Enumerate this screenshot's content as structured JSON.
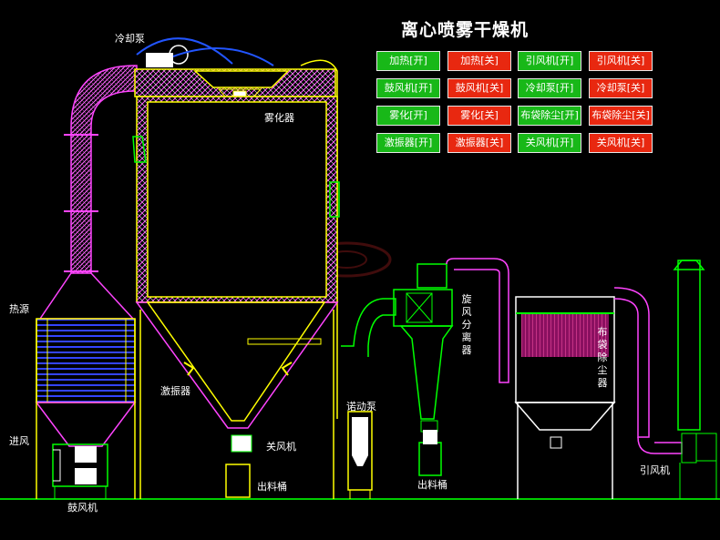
{
  "title": "离心喷雾干燥机",
  "controls": [
    {
      "label": "加热[开]",
      "state": "on"
    },
    {
      "label": "加热[关]",
      "state": "off"
    },
    {
      "label": "引风机[开]",
      "state": "on"
    },
    {
      "label": "引风机[关]",
      "state": "off"
    },
    {
      "label": "鼓风机[开]",
      "state": "on"
    },
    {
      "label": "鼓风机[关]",
      "state": "off"
    },
    {
      "label": "冷却泵[开]",
      "state": "on"
    },
    {
      "label": "冷却泵[关]",
      "state": "off"
    },
    {
      "label": "雾化[开]",
      "state": "on"
    },
    {
      "label": "雾化[关]",
      "state": "off"
    },
    {
      "label": "布袋除尘[开]",
      "state": "on"
    },
    {
      "label": "布袋除尘[关]",
      "state": "off"
    },
    {
      "label": "激振器[开]",
      "state": "on"
    },
    {
      "label": "激振器[关]",
      "state": "off"
    },
    {
      "label": "关风机[开]",
      "state": "on"
    },
    {
      "label": "关风机[关]",
      "state": "off"
    }
  ],
  "labels": {
    "cooling_pump": "冷却泵",
    "atomizer": "雾化器",
    "heat_source": "热源",
    "air_inlet": "进风",
    "blower": "鼓风机",
    "vibrator": "激振器",
    "rotary_valve": "关风机",
    "discharge_bucket_1": "出料桶",
    "peristaltic_pump": "诺动泵",
    "cyclone": "旋风分离器",
    "discharge_bucket_2": "出料桶",
    "bag_filter": "布袋除尘器",
    "induced_fan": "引风机"
  },
  "colors": {
    "on": "#18b818",
    "off": "#e82810",
    "duct": "#ff44ff",
    "frame": "#ffff00",
    "pipe": "#00ff00",
    "wire": "#2255ff",
    "equipment": "#ffffff"
  }
}
